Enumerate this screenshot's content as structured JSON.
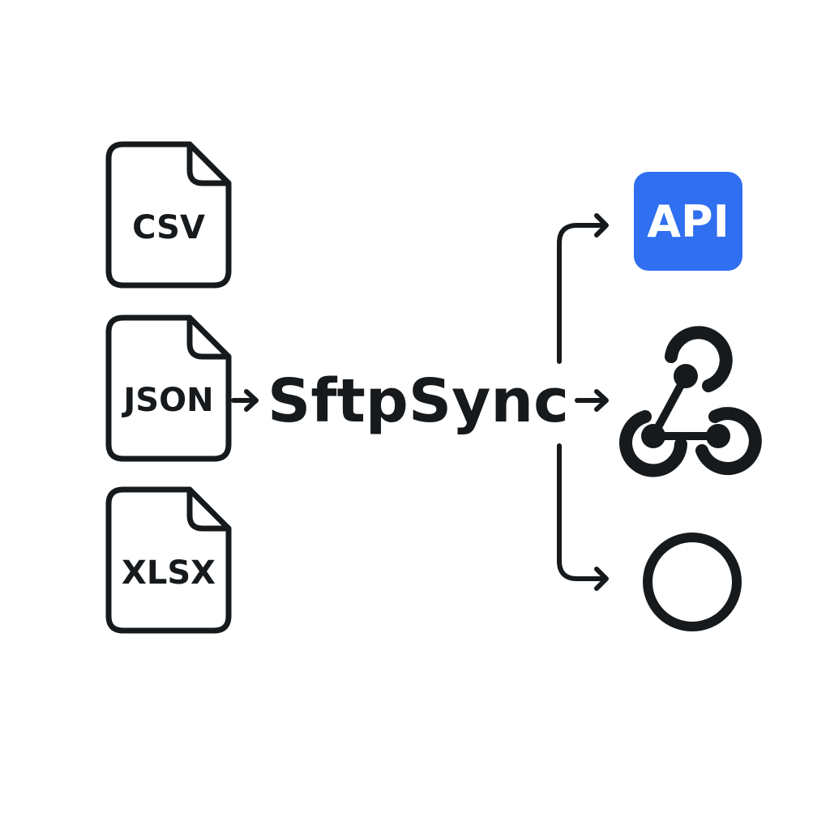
{
  "sources": [
    {
      "label": "CSV",
      "icon": "file-icon"
    },
    {
      "label": "JSON",
      "icon": "file-icon"
    },
    {
      "label": "XLSX",
      "icon": "file-icon"
    }
  ],
  "hub": {
    "label": "SftpSync"
  },
  "destinations": [
    {
      "label": "API",
      "icon": "api-badge"
    },
    {
      "label": "",
      "icon": "webhook-icon"
    },
    {
      "label": "",
      "icon": "circle-icon"
    }
  ],
  "colors": {
    "ink": "#161a1d",
    "api_badge": "#2f6ff0",
    "background": "#ffffff"
  }
}
